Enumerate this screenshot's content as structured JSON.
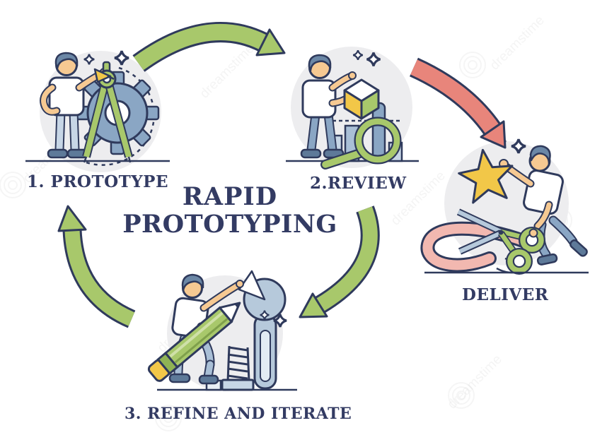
{
  "title": {
    "line1": "RAPID",
    "line2": "PROTOTYPING"
  },
  "stages": [
    {
      "id": "prototype",
      "label": "1. PROTOTYPE",
      "illustration": "person with drafting compass, gear, cursor and sparkles"
    },
    {
      "id": "review",
      "label": "2.REVIEW",
      "illustration": "person holding cube over bar chart with magnifying glass"
    },
    {
      "id": "deliver",
      "label": "DELIVER",
      "illustration": "person cutting red ribbon with scissors beside gold star"
    },
    {
      "id": "refine",
      "label": "3. REFINE AND ITERATE",
      "illustration": "kneeling person with pencil, wrench and bolt"
    }
  ],
  "arrows": [
    {
      "from": "prototype",
      "to": "review",
      "color": "#a8c86b"
    },
    {
      "from": "review",
      "to": "deliver",
      "color": "#e8857b"
    },
    {
      "from": "review",
      "to": "refine",
      "color": "#a8c86b"
    },
    {
      "from": "refine",
      "to": "prototype",
      "color": "#a8c86b"
    }
  ],
  "colors": {
    "outline": "#2f3a5c",
    "text": "#333b63",
    "green": "#a8c86b",
    "red": "#e8857b",
    "blue": "#8aa6c4",
    "gold": "#f2c748",
    "background": "#ffffff"
  },
  "watermark": {
    "text": "dreamstime"
  }
}
